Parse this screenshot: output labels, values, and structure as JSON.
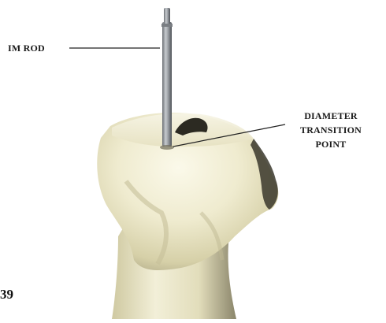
{
  "labels": {
    "im_rod": "IM ROD",
    "diameter_transition": [
      "DIAMETER",
      "TRANSITION",
      "POINT"
    ]
  },
  "figure_number": "39",
  "colors": {
    "bone_light": "#f3f0d8",
    "bone_mid": "#dcd7b2",
    "bone_shadow": "#8f8b6e",
    "bone_dark": "#2f2c22",
    "rod_light": "#b8bcc0",
    "rod_dark": "#5a5e63",
    "leader_line": "#222222"
  }
}
